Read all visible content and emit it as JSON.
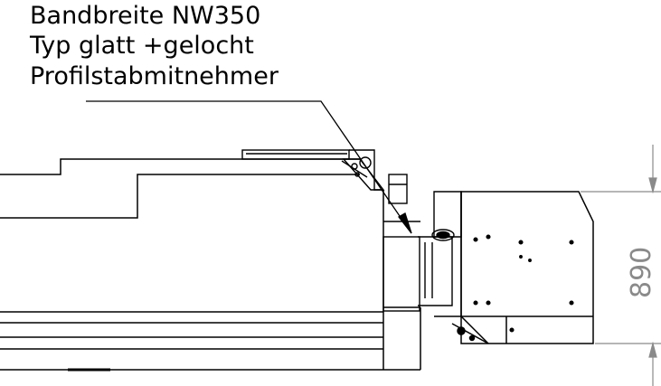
{
  "annotation": {
    "line1": "Bandbreite NW350",
    "line2": "Typ glatt +gelocht",
    "line3": "Profilstabmitnehmer"
  },
  "dimension": {
    "value": "890"
  },
  "colors": {
    "line": "#000000",
    "dimension": "#8a8a8a"
  }
}
